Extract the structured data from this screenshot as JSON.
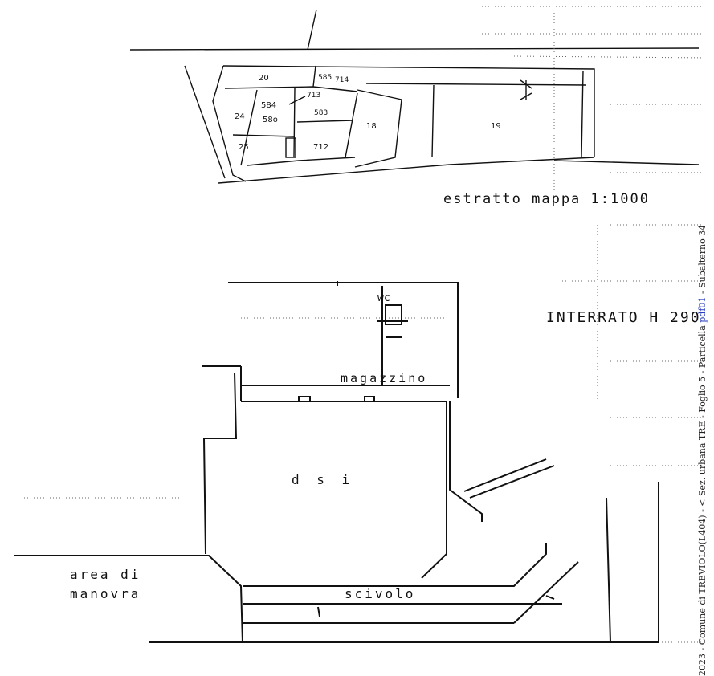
{
  "map_extract": {
    "title": "estratto mappa 1:1000",
    "parcels": {
      "p20": "20",
      "p585": "585",
      "p714": "714",
      "p713": "713",
      "p584": "584",
      "p580": "58o",
      "p583": "583",
      "p24": "24",
      "p18": "18",
      "p19": "19",
      "p25": "25",
      "p712": "712"
    }
  },
  "floor_plan": {
    "title": "INTERRATO H 290",
    "rooms": {
      "wc": "wc",
      "magazzino": "magazzino",
      "dsi": "d s i",
      "scivolo": "scivolo",
      "area_line1": "area di",
      "area_line2": "manovra"
    }
  },
  "vertical_stamp": {
    "prefix": "2023 - Comune di TREVIOLO(L404) - < Sez. urbana TRE - Foglio 5 - Particella",
    "link": "pdf01",
    "suffix": "- Subalterno 34 >"
  }
}
